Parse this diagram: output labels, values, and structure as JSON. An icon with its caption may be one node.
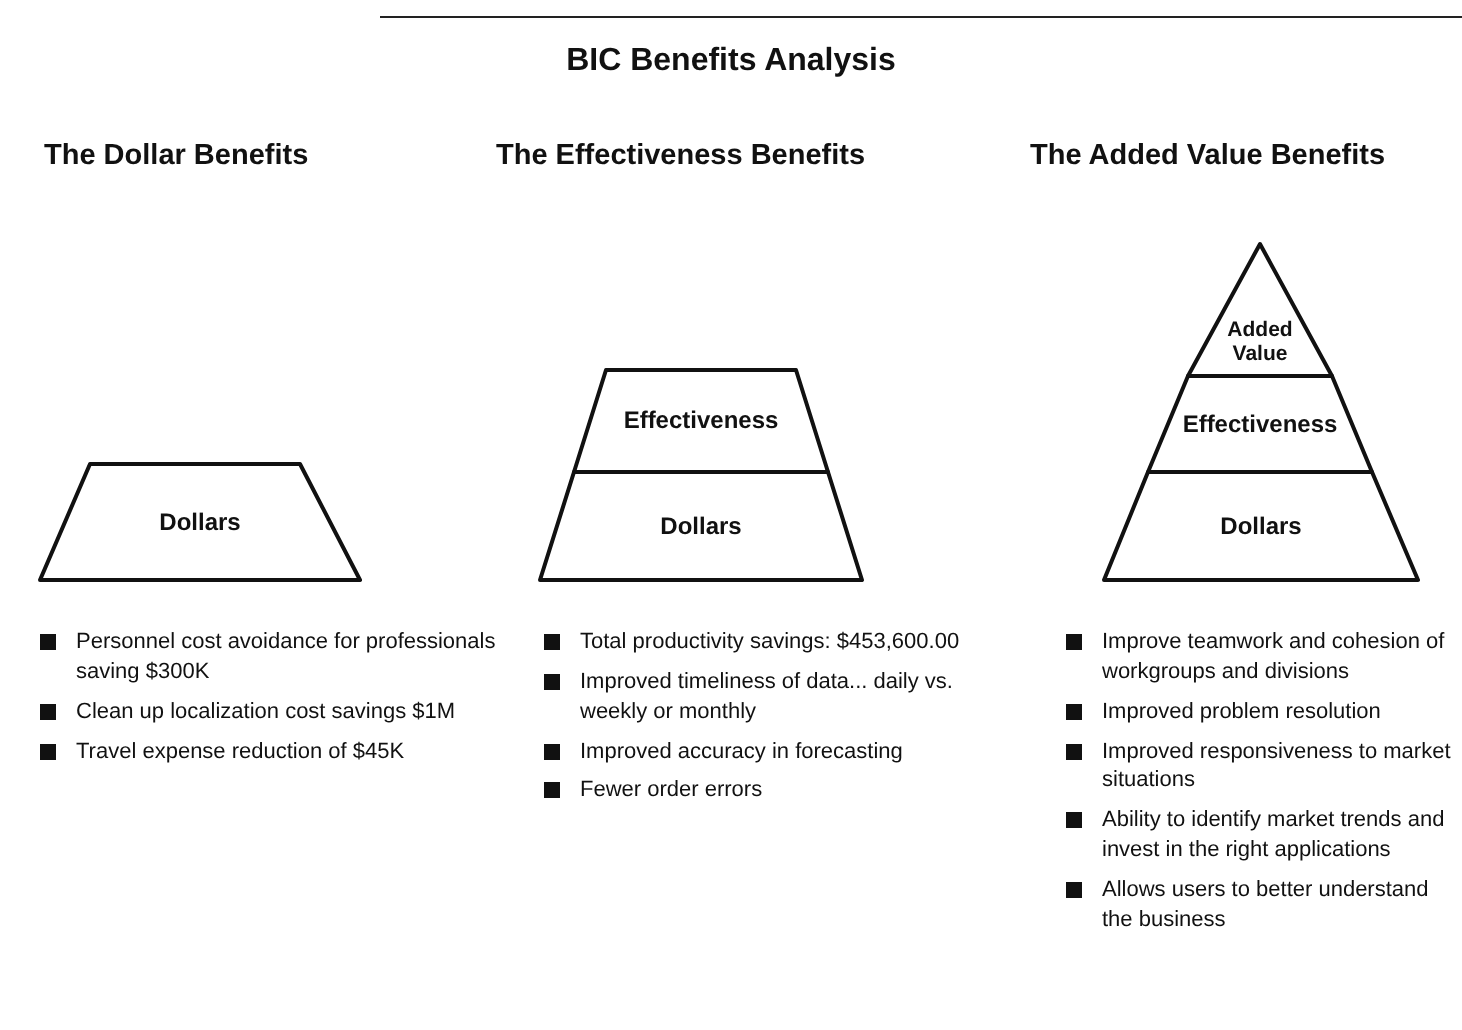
{
  "diagram": {
    "title": "BIC Benefits Analysis",
    "nodes": [
      {
        "text": [
          "Dollars"
        ]
      },
      {
        "text": [
          "Effectiveness"
        ]
      },
      {
        "text": [
          "Dollars"
        ]
      },
      {
        "text": [
          "Added Value"
        ]
      },
      {
        "text": [
          "Effectiveness"
        ]
      },
      {
        "text": [
          "Dollars"
        ]
      }
    ],
    "labels": [
      "The Dollar Benefits",
      "The Effectiveness Benefits",
      "The Added Value Benefits",
      "Personnel cost avoidance for professionals saving $300K",
      "Clean up localization cost savings $1M",
      "Travel expense reduction of $45K",
      "Total productivity savings: $453,600.00",
      "Improved timeliness of data... daily vs. weekly or monthly",
      "Improved accuracy in forecasting",
      "Fewer order errors",
      "Improve teamwork and cohesion of workgroups and divisions",
      "Improved problem resolution",
      "Improved responsiveness to market situations",
      "Ability to identify market trends and invest in the right applications",
      "Allows users to better understand the business"
    ]
  }
}
